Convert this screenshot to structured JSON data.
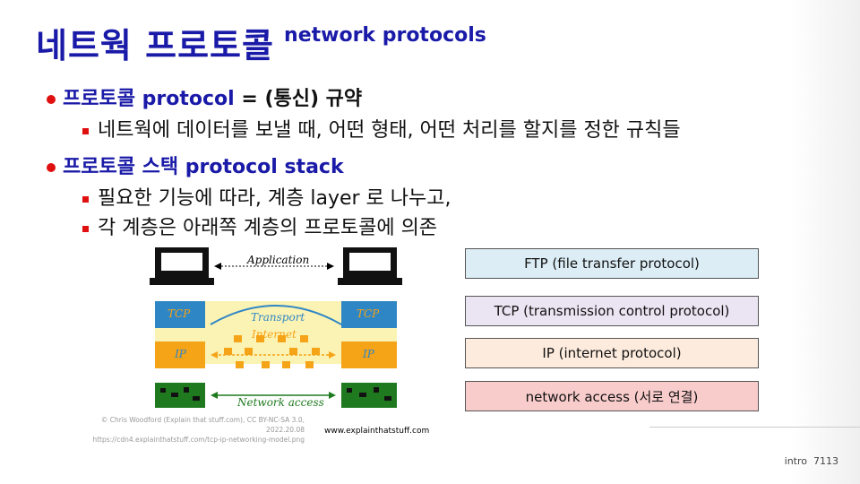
{
  "title": {
    "korean": "네트웍 프로토콜",
    "english": "network protocols"
  },
  "bullets": [
    {
      "parts": [
        {
          "text": "프로토콜 protocol",
          "style": "blue"
        },
        {
          "text": " = ",
          "style": "black"
        },
        {
          "text": "(통신) 규약",
          "style": "black"
        }
      ],
      "sub": [
        "네트웍에 데이터를 보낼 때, 어떤 형태, 어떤 처리를 할지를 정한 규칙들"
      ]
    },
    {
      "parts": [
        {
          "text": "프로토콜 스택 protocol stack",
          "style": "blue"
        }
      ],
      "sub": [
        "필요한 기능에 따라, 계층 layer 로 나누고,",
        "각 계층은 아래쪽 계층의 프로토콜에 의존"
      ]
    }
  ],
  "diagram": {
    "application_label": "Application",
    "transport_label": "Transport",
    "internet_label": "Internet",
    "network_access_label": "Network access",
    "tcp_label": "TCP",
    "ip_label": "IP",
    "credit_line1": "© Chris Woodford (Explain that stuff.com), CC BY-NC-SA 3.0, 2022.20.08",
    "credit_line2": "https://cdn4.explainthatstuff.com/tcp-ip-networking-model.png",
    "site": "www.explainthatstuff.com"
  },
  "protocol_stack": [
    {
      "label": "FTP (file transfer protocol)",
      "color": "#dcedf5"
    },
    {
      "label": "TCP (transmission control protocol)",
      "color": "#ebe5f3"
    },
    {
      "label": "IP (internet protocol)",
      "color": "#fdebdd"
    },
    {
      "label": "network access (서로 연결)",
      "color": "#f9cccc"
    }
  ],
  "footer": {
    "section": "intro",
    "page": "7113"
  },
  "colors": {
    "accent_blue": "#1a1aa8",
    "bullet_red": "#e01010",
    "tcp_blue": "#2f86c4",
    "ip_orange": "#f5a317",
    "transport_yellow": "#fbf3b4",
    "network_green": "#1f7a1f"
  }
}
